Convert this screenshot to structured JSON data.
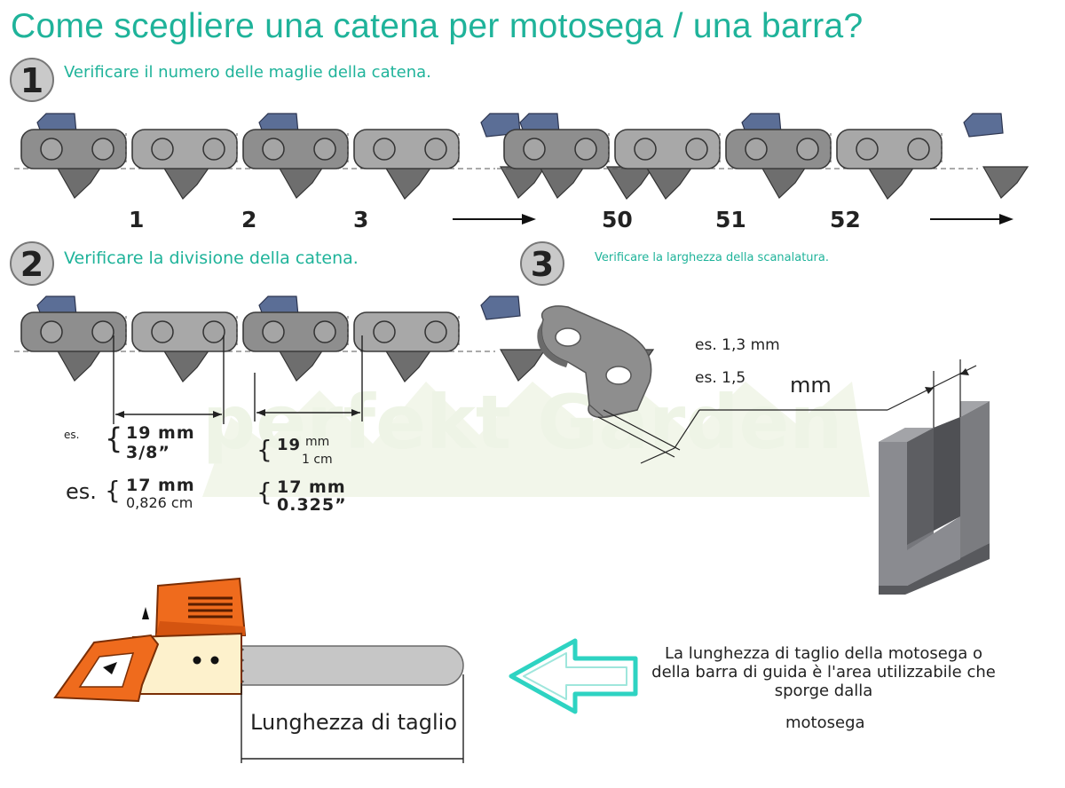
{
  "title": "Come scegliere una catena per motosega / una barra?",
  "colors": {
    "accent": "#1fb39a",
    "chain_plate": "#909090",
    "cutter": "#5b6e96",
    "saw_orange": "#ef6b1d",
    "saw_cream": "#fdf1cc",
    "bar_grey": "#c8c8c8",
    "block_grey": "#888a8e"
  },
  "step1": {
    "number": "1",
    "text": "Verificare il numero delle maglie della catena.",
    "link_numbers": [
      "1",
      "2",
      "3",
      "50",
      "51",
      "52"
    ]
  },
  "step2": {
    "number": "2",
    "text": "Verificare la divisione della catena.",
    "example_prefix_small": "es.",
    "example_prefix_large": "es.",
    "examples": [
      {
        "line1": "19 mm",
        "line2": "3/8”"
      },
      {
        "line1_num": "19",
        "line1_unit": "mm",
        "line2": "1 cm"
      },
      {
        "line1": "17 mm",
        "line2": "0,826 cm"
      },
      {
        "line1": "17 mm",
        "line2": "0.325”"
      }
    ]
  },
  "step3": {
    "number": "3",
    "text": "Verificare la larghezza della scanalatura.",
    "label_a": "es. 1,3 mm",
    "label_b": "es. 1,5",
    "label_c": "mm"
  },
  "watermark": "perfekt Garden",
  "bottom": {
    "cut_length_label": "Lunghezza di taglio",
    "description": [
      "La lunghezza di taglio della motosega o",
      "della barra di guida è l'area utilizzabile che",
      "sporge dalla"
    ],
    "description_end": "motosega"
  }
}
